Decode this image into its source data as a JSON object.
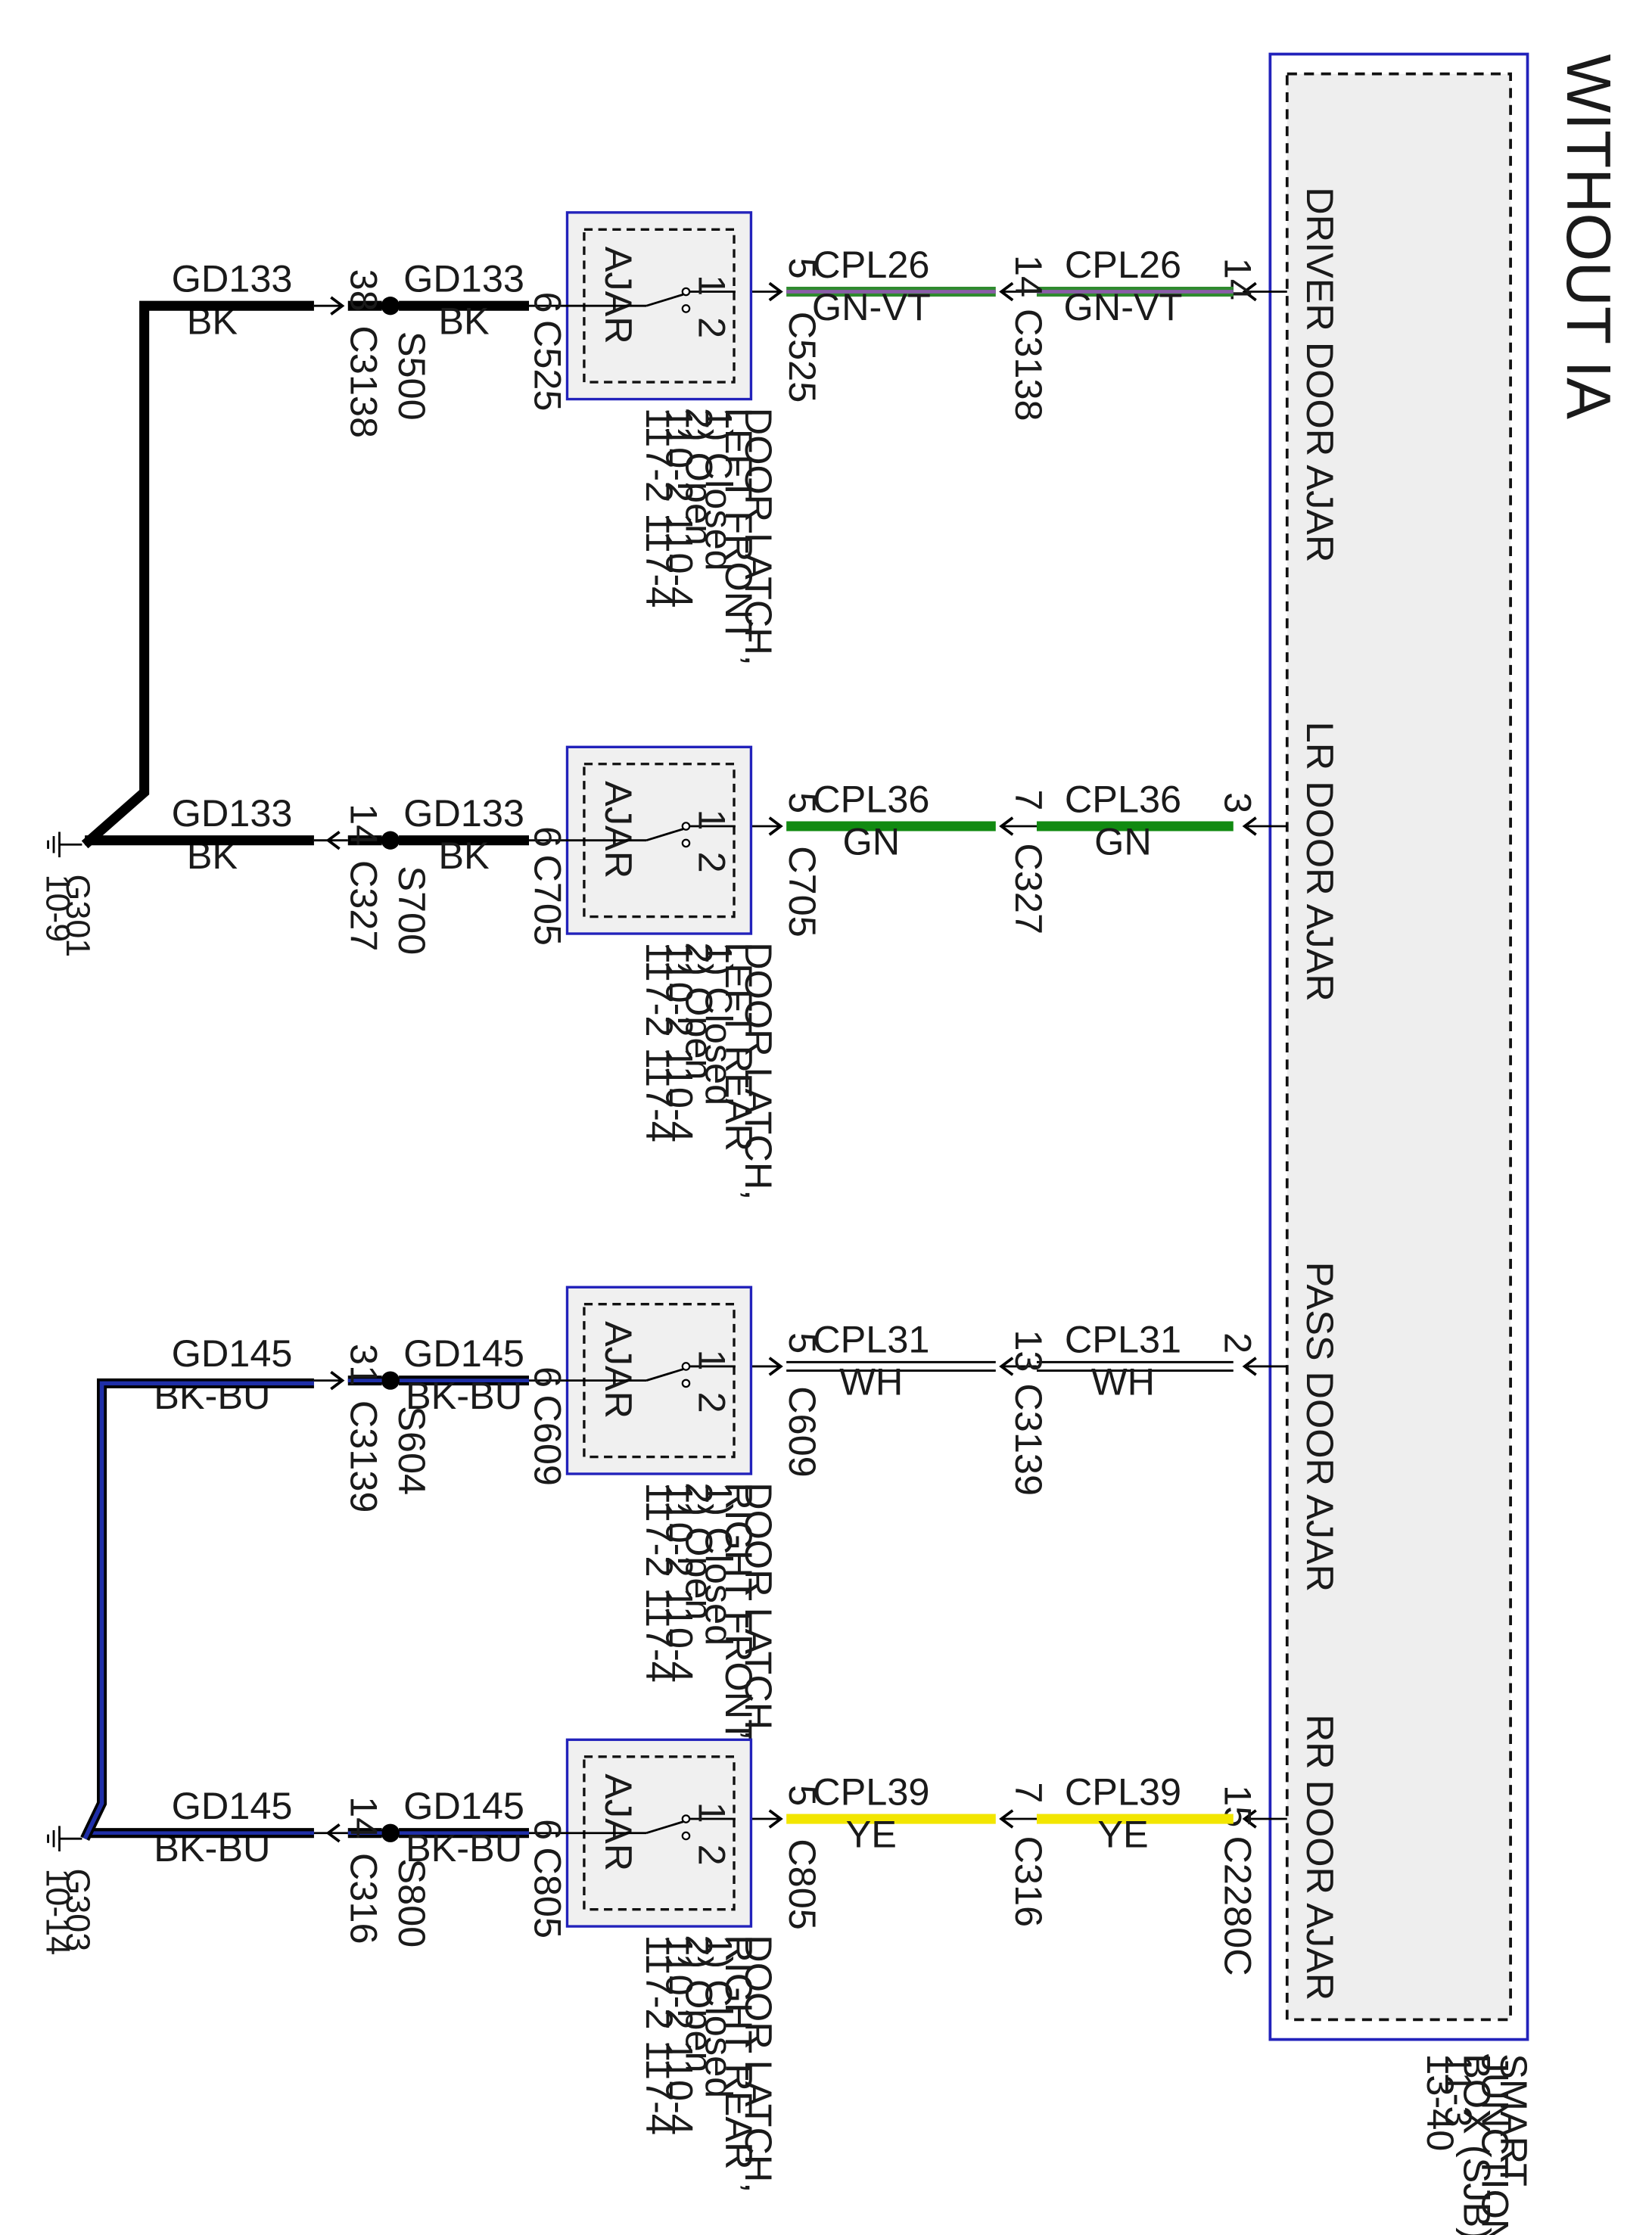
{
  "title": "WITHOUT IA",
  "sjb": {
    "name_lines": [
      "SMART",
      "JUNCTION",
      "BOX (SJB)",
      "11-3",
      "13-40"
    ]
  },
  "circuits": [
    {
      "sjb_label": "DRIVER DOOR AJAR",
      "sjb_pin": "14",
      "sjb_connector": "",
      "signal": {
        "circuit": "CPL26",
        "color": "GN-VT",
        "color_hex": "#2e8b2e",
        "stripe_hex": "#8a5ca8"
      },
      "inline_pin": "14",
      "inline_connector": "C3138",
      "latch_pin_signal": "5",
      "latch_connector": "C525",
      "ground_pin": "6",
      "switch_pins": [
        "1",
        "2"
      ],
      "switch_label": "AJAR",
      "latch_lines": [
        "DOOR LATCH,",
        "LEFT FRONT",
        "1) Closed",
        "2) Open",
        "110-2     110-4",
        "117-2     117-4"
      ],
      "ground_wire": {
        "circuit": "GD133",
        "color": "BK",
        "color_hex": "#000000"
      },
      "splice": "S500",
      "ground_inline_pin": "38",
      "ground_inline_connector": "C3138"
    },
    {
      "sjb_label": "LR DOOR AJAR",
      "sjb_pin": "3",
      "sjb_connector": "",
      "signal": {
        "circuit": "CPL36",
        "color": "GN",
        "color_hex": "#118a11",
        "stripe_hex": ""
      },
      "inline_pin": "7",
      "inline_connector": "C327",
      "latch_pin_signal": "5",
      "latch_connector": "C705",
      "ground_pin": "6",
      "switch_pins": [
        "1",
        "2"
      ],
      "switch_label": "AJAR",
      "latch_lines": [
        "DOOR LATCH,",
        "LEFT REAR",
        "1) Closed",
        "2) Open",
        "110-2     110-4",
        "117-2     117-4"
      ],
      "ground_wire": {
        "circuit": "GD133",
        "color": "BK",
        "color_hex": "#000000"
      },
      "splice": "S700",
      "ground_inline_pin": "14",
      "ground_inline_connector": "C327"
    },
    {
      "sjb_label": "PASS DOOR AJAR",
      "sjb_pin": "2",
      "sjb_connector": "",
      "signal": {
        "circuit": "CPL31",
        "color": "WH",
        "color_hex": "#ffffff",
        "stripe_hex": ""
      },
      "inline_pin": "13",
      "inline_connector": "C3139",
      "latch_pin_signal": "5",
      "latch_connector": "C609",
      "ground_pin": "6",
      "switch_pins": [
        "1",
        "2"
      ],
      "switch_label": "AJAR",
      "latch_lines": [
        "DOOR LATCH,",
        "RIGHT FRONT",
        "1) Closed",
        "2) Open",
        "110-2     110-4",
        "117-2     117-4"
      ],
      "ground_wire": {
        "circuit": "GD145",
        "color": "BK-BU",
        "color_hex": "#000000",
        "stripe_hex": "#1f2fa8"
      },
      "splice": "S604",
      "ground_inline_pin": "31",
      "ground_inline_connector": "C3139"
    },
    {
      "sjb_label": "RR DOOR AJAR",
      "sjb_pin": "15",
      "sjb_connector": "C2280C",
      "signal": {
        "circuit": "CPL39",
        "color": "YE",
        "color_hex": "#f2e600",
        "stripe_hex": ""
      },
      "inline_pin": "7",
      "inline_connector": "C316",
      "latch_pin_signal": "5",
      "latch_connector": "C805",
      "ground_pin": "6",
      "switch_pins": [
        "1",
        "2"
      ],
      "switch_label": "AJAR",
      "latch_lines": [
        "DOOR LATCH,",
        "RIGHT REAR",
        "1) Closed",
        "2) Open",
        "110-2     110-4",
        "117-2     117-4"
      ],
      "ground_wire": {
        "circuit": "GD145",
        "color": "BK-BU",
        "color_hex": "#000000",
        "stripe_hex": "#1f2fa8"
      },
      "splice": "S800",
      "ground_inline_pin": "14",
      "ground_inline_connector": "C316"
    }
  ],
  "grounds": [
    {
      "name": "G301",
      "ref": "10-9"
    },
    {
      "name": "G303",
      "ref": "10-14"
    }
  ]
}
